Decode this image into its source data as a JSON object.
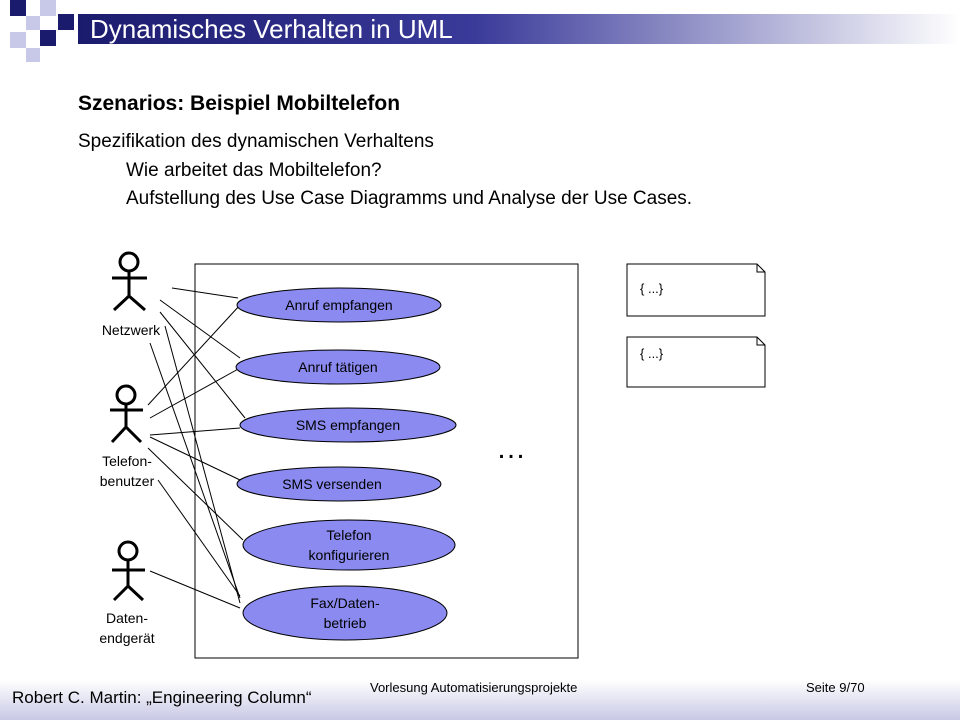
{
  "slide": {
    "title": "Dynamisches Verhalten in UML",
    "heading": "Szenarios: Beispiel Mobiltelefon",
    "line1": "Spezifikation des dynamischen Verhaltens",
    "line2": "Wie arbeitet das Mobiltelefon?",
    "line3": "Aufstellung des Use Case Diagramms und Analyse der Use Cases."
  },
  "diagram": {
    "actors": [
      {
        "label": "Netzwerk"
      },
      {
        "label": "Telefon-\nbenutzer"
      },
      {
        "label": "Daten-\nendgerät"
      }
    ],
    "use_cases": [
      {
        "label": "Anruf empfangen"
      },
      {
        "label": "Anruf tätigen"
      },
      {
        "label": "SMS empfangen"
      },
      {
        "label": "SMS versenden"
      },
      {
        "label": "Telefon\nkonfigurieren"
      },
      {
        "label": "Fax/Daten-\nbetrieb"
      }
    ],
    "notes": [
      {
        "text": "{ ...}"
      },
      {
        "text": "{ ...}"
      }
    ],
    "ellipsis": "…",
    "ellipse_fill": "#8a8af0"
  },
  "footer": {
    "author": "Robert C. Martin: „Engineering Column“",
    "course": "Vorlesung Automatisierungsprojekte",
    "page": "Seite 9/70"
  },
  "colors": {
    "title_bar": "#1b1b6e",
    "accent_squares": "#2a2a8a",
    "accent_squares_light": "#c8c8e8"
  }
}
